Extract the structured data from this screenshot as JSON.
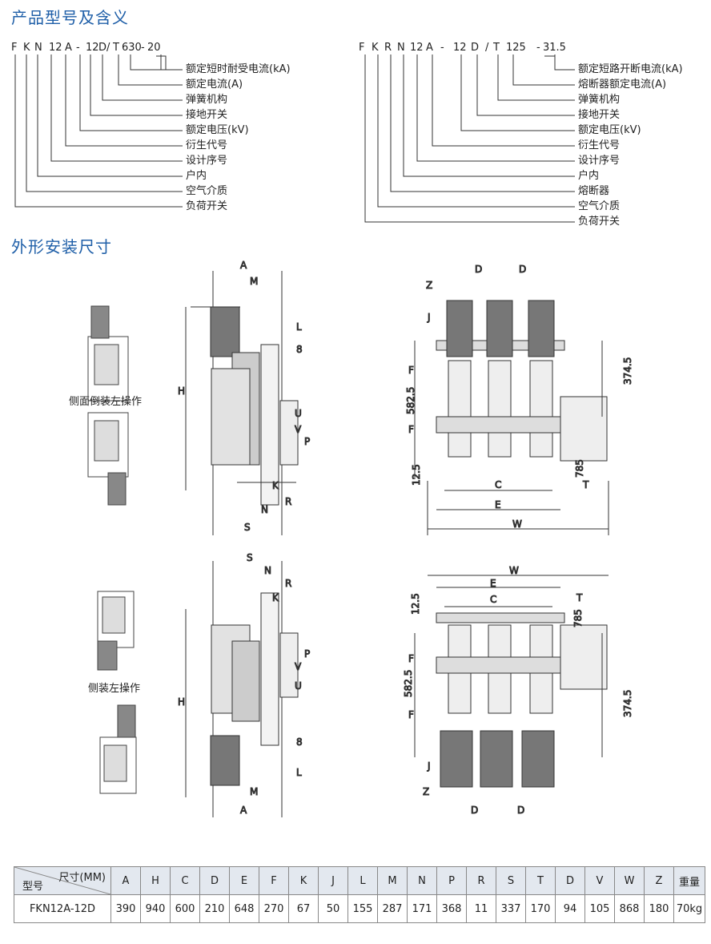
{
  "sections": {
    "model_meaning": "产品型号及含义",
    "dimensions": "外形安装尺寸"
  },
  "left_code": {
    "parts": [
      "F",
      "K",
      "N",
      "12",
      "A",
      "-",
      "12",
      "D",
      "/",
      "T",
      "630",
      "-",
      "20"
    ],
    "labels": [
      "额定短时耐受电流(kA)",
      "额定电流(A)",
      "弹簧机构",
      "接地开关",
      "额定电压(kV)",
      "衍生代号",
      "设计序号",
      "户内",
      "空气介质",
      "负荷开关"
    ]
  },
  "right_code": {
    "parts": [
      "F",
      "K",
      "R",
      "N",
      "12",
      "A",
      "-",
      "12",
      "D",
      "/",
      "T",
      "125",
      "-",
      "31.5"
    ],
    "labels": [
      "额定短路开断电流(kA)",
      "熔断器额定电流(A)",
      "弹簧机构",
      "接地开关",
      "额定电压(kV)",
      "衍生代号",
      "设计序号",
      "户内",
      "熔断器",
      "空气介质",
      "负荷开关"
    ]
  },
  "captions": {
    "side_inverted": "侧面倒装左操作",
    "side_mounted": "侧装左操作"
  },
  "dims": {
    "A": "A",
    "M": "M",
    "H": "H",
    "L": "L",
    "eight": "8",
    "U": "U",
    "V": "V",
    "P": "P",
    "K": "K",
    "R": "R",
    "N": "N",
    "S": "S",
    "D": "D",
    "Z": "Z",
    "J": "J",
    "F": "F",
    "C": "C",
    "E": "E",
    "W": "W",
    "T": "T",
    "v582": "582.5",
    "v374": "374.5",
    "v125": "12.5",
    "v785": "785"
  },
  "table": {
    "corner_top": "尺寸(MM)",
    "corner_bottom": "型号",
    "headers": [
      "A",
      "H",
      "C",
      "D",
      "E",
      "F",
      "K",
      "J",
      "L",
      "M",
      "N",
      "P",
      "R",
      "S",
      "T",
      "D",
      "V",
      "W",
      "Z",
      "重量"
    ],
    "model": "FKN12A-12D",
    "values": [
      "390",
      "940",
      "600",
      "210",
      "648",
      "270",
      "67",
      "50",
      "155",
      "287",
      "171",
      "368",
      "11",
      "337",
      "170",
      "94",
      "105",
      "868",
      "180",
      "70kg"
    ]
  }
}
